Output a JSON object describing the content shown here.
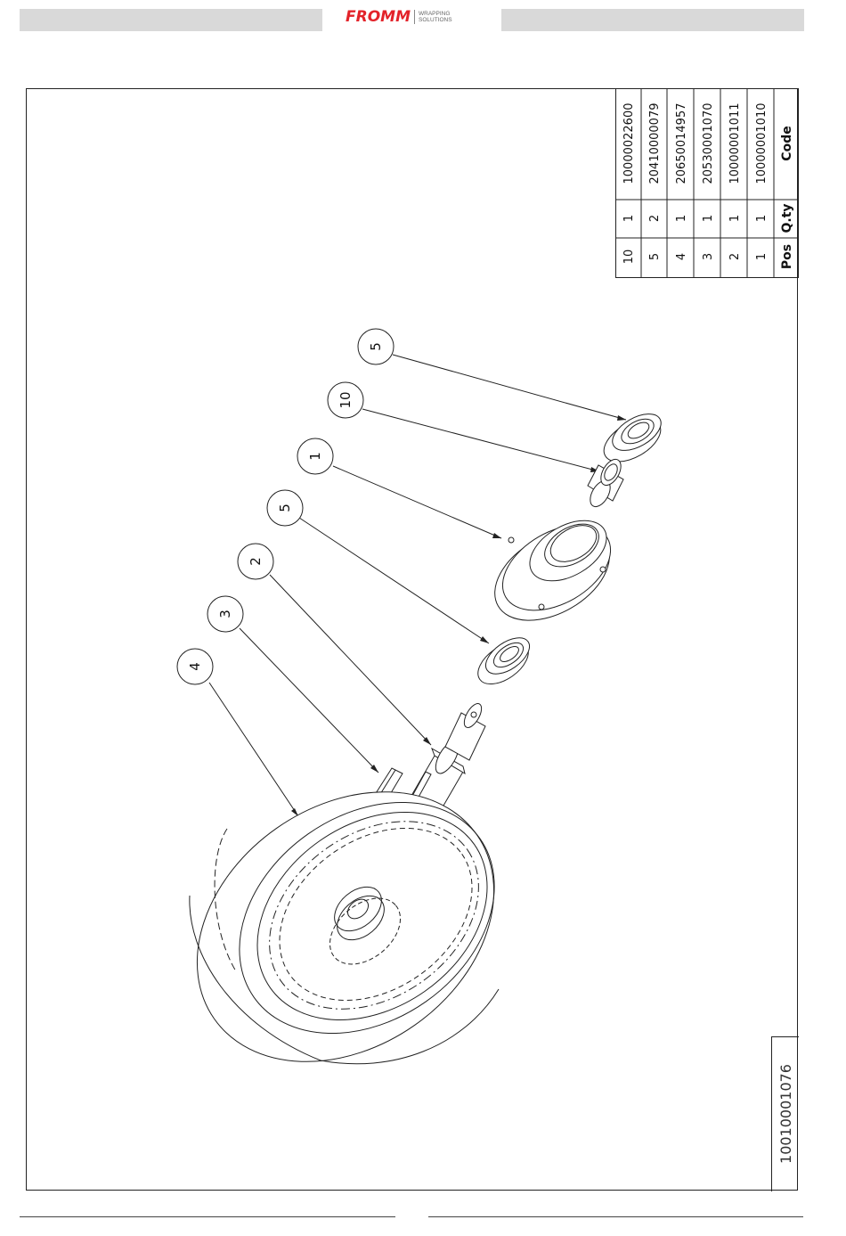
{
  "header": {
    "brand": "FROMM",
    "tagline_1": "WRAPPING",
    "tagline_2": "SOLUTIONS"
  },
  "bom": {
    "headers": {
      "pos": "Pos",
      "qty": "Q.ty",
      "code": "Code"
    },
    "rows": [
      {
        "pos": "10",
        "qty": "1",
        "code": "10000022600"
      },
      {
        "pos": "5",
        "qty": "2",
        "code": "20410000079"
      },
      {
        "pos": "4",
        "qty": "1",
        "code": "20650014957"
      },
      {
        "pos": "3",
        "qty": "1",
        "code": "20530001070"
      },
      {
        "pos": "2",
        "qty": "1",
        "code": "10000001011"
      },
      {
        "pos": "1",
        "qty": "1",
        "code": "10000001010"
      }
    ]
  },
  "drawing": {
    "balloons": [
      "5",
      "10",
      "1",
      "5",
      "2",
      "3",
      "4"
    ]
  },
  "document_number": "10010001076"
}
